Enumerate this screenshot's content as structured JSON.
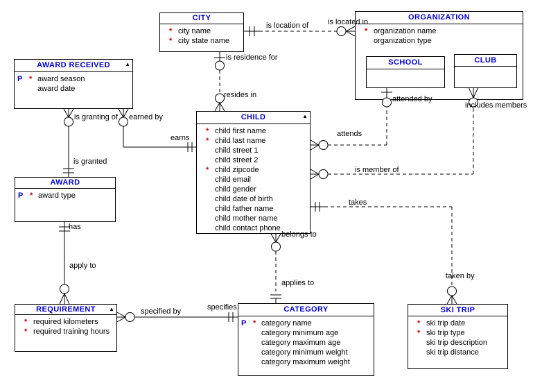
{
  "diagram": {
    "colors": {
      "entity_title": "#0000cc",
      "key_marker": "#0000cc",
      "required_marker": "#cc0000",
      "line": "#000000",
      "background": "#ffffff"
    },
    "entities": {
      "city": {
        "title": "CITY",
        "attrs": [
          {
            "key": "",
            "req": "*",
            "name": "city name"
          },
          {
            "key": "",
            "req": "*",
            "name": "city state name"
          }
        ]
      },
      "organization": {
        "title": "ORGANIZATION",
        "attrs": [
          {
            "key": "",
            "req": "*",
            "name": "organization name"
          },
          {
            "key": "",
            "req": "",
            "name": "organization type"
          }
        ]
      },
      "school": {
        "title": "SCHOOL"
      },
      "club": {
        "title": "CLUB"
      },
      "award_received": {
        "title": "AWARD RECEIVED",
        "marker": "▲",
        "attrs": [
          {
            "key": "P",
            "req": "*",
            "name": "award season"
          },
          {
            "key": "",
            "req": "",
            "name": "award date"
          }
        ]
      },
      "child": {
        "title": "CHILD",
        "marker": "▲",
        "attrs": [
          {
            "key": "",
            "req": "*",
            "name": "child first name"
          },
          {
            "key": "",
            "req": "*",
            "name": "child last name"
          },
          {
            "key": "",
            "req": "",
            "name": "child street 1"
          },
          {
            "key": "",
            "req": "",
            "name": "child street 2"
          },
          {
            "key": "",
            "req": "*",
            "name": "child zipcode"
          },
          {
            "key": "",
            "req": "",
            "name": "child email"
          },
          {
            "key": "",
            "req": "",
            "name": "child gender"
          },
          {
            "key": "",
            "req": "",
            "name": "child date of birth"
          },
          {
            "key": "",
            "req": "",
            "name": "child father name"
          },
          {
            "key": "",
            "req": "",
            "name": "child mother name"
          },
          {
            "key": "",
            "req": "",
            "name": "child contact phone"
          }
        ]
      },
      "award": {
        "title": "AWARD",
        "attrs": [
          {
            "key": "P",
            "req": "*",
            "name": "award type"
          }
        ]
      },
      "requirement": {
        "title": "REQUIREMENT",
        "marker": "▲",
        "attrs": [
          {
            "key": "",
            "req": "*",
            "name": "required kilometers"
          },
          {
            "key": "",
            "req": "*",
            "name": "required training hours"
          }
        ]
      },
      "category": {
        "title": "CATEGORY",
        "attrs": [
          {
            "key": "P",
            "req": "*",
            "name": "category name"
          },
          {
            "key": "",
            "req": "",
            "name": "category minimum age"
          },
          {
            "key": "",
            "req": "",
            "name": "category maximum age"
          },
          {
            "key": "",
            "req": "",
            "name": "category minimum weight"
          },
          {
            "key": "",
            "req": "",
            "name": "category maximum weight"
          }
        ]
      },
      "ski_trip": {
        "title": "SKI TRIP",
        "attrs": [
          {
            "key": "",
            "req": "*",
            "name": "ski trip date"
          },
          {
            "key": "",
            "req": "*",
            "name": "ski trip type"
          },
          {
            "key": "",
            "req": "",
            "name": "ski trip description"
          },
          {
            "key": "",
            "req": "",
            "name": "ski trip distance"
          }
        ]
      }
    },
    "labels": {
      "is_location_of": "is location of",
      "is_located_in": "is located in",
      "is_residence_for": "is residence for",
      "resides_in": "resides in",
      "is_granting_of": "is granting of",
      "earned_by": "earned by",
      "earns": "earns",
      "is_granted": "is granted",
      "has": "has",
      "apply_to": "apply to",
      "attends": "attends",
      "attended_by": "attended by",
      "is_member_of": "is member of",
      "includes_members": "includes members",
      "takes": "takes",
      "taken_by": "taken by",
      "belongs_to": "belongs to",
      "applies_to": "applies to",
      "specified_by": "specified by",
      "specifies": "specifies"
    }
  }
}
